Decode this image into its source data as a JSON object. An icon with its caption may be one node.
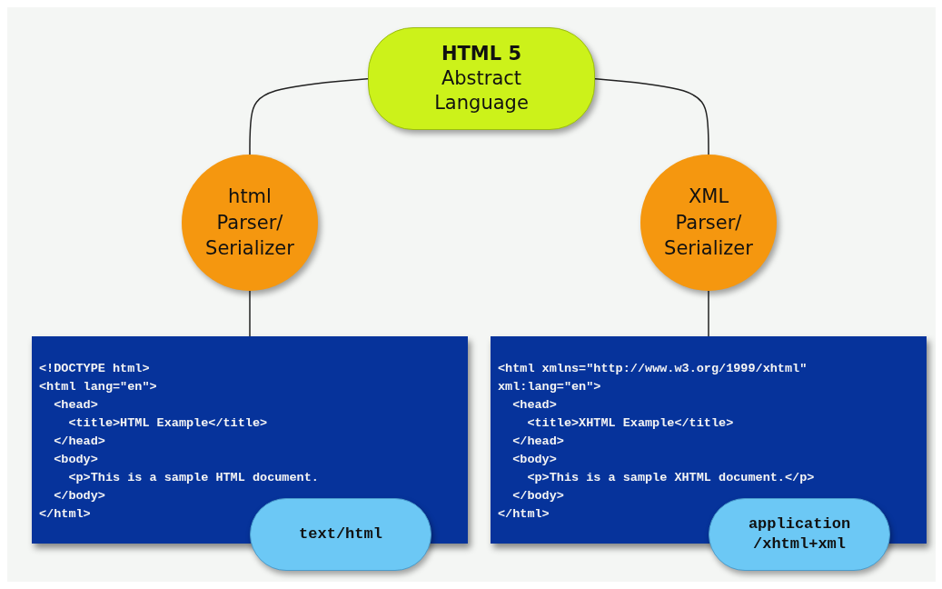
{
  "diagram": {
    "nodes": [
      {
        "text": [
          "HTML 5",
          "Abstract Language"
        ]
      },
      {
        "text": [
          "html Parser/ Serializer"
        ]
      },
      {
        "text": [
          "XML Parser/ Serializer"
        ]
      },
      {
        "text": [
          "<!DOCTYPE html>",
          "<html lang=\"en\">",
          "<head>",
          "<title>HTML Example</title>",
          "</head>",
          "<body>",
          "<p>This is a sample HTML document.",
          "</body>",
          "</html>"
        ]
      },
      {
        "text": [
          "text/html"
        ]
      },
      {
        "text": [
          "<html xmlns=\"http://www.w3.org/1999/xhtml\"",
          "xml:lang=\"en\">",
          "<head>",
          "<title>XHTML Example</title>",
          "</head>",
          "<body>",
          "<p>This is a sample XHTML document.</p>",
          "</body>",
          "</html>"
        ]
      },
      {
        "text": [
          "application /xhtml+xml"
        ]
      }
    ],
    "edges": [
      {
        "from": 0,
        "to": 1,
        "arrow": "none"
      },
      {
        "from": 0,
        "to": 2,
        "arrow": "none"
      },
      {
        "from": 1,
        "to": 3,
        "arrow": "none"
      },
      {
        "from": 2,
        "to": 5,
        "arrow": "none"
      }
    ]
  }
}
